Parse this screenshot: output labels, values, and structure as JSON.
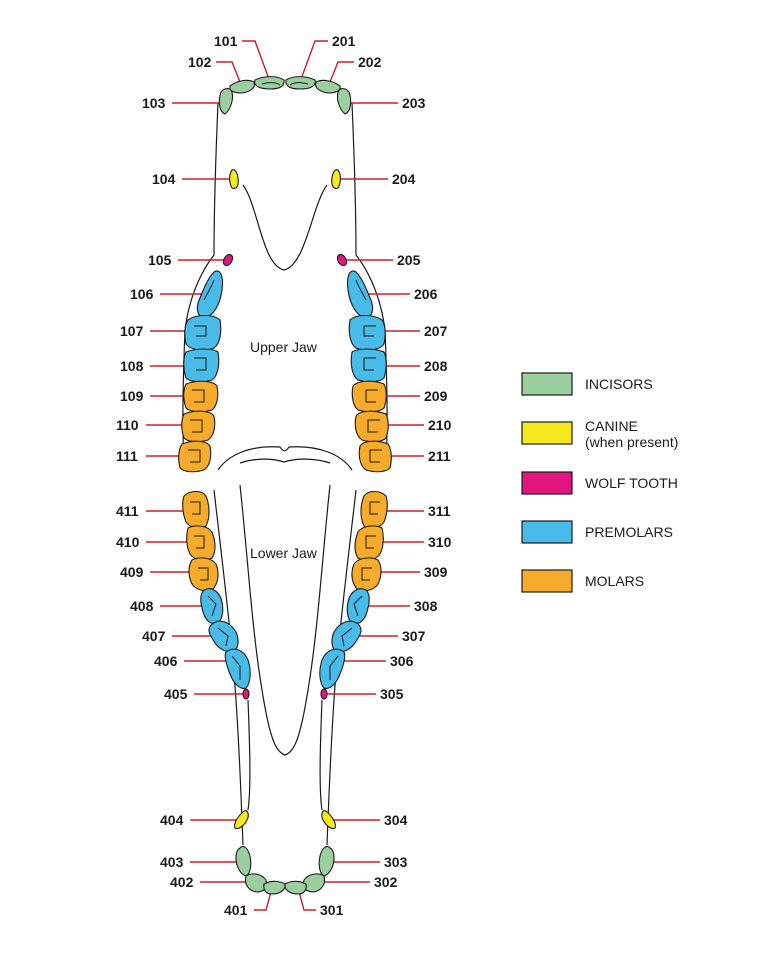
{
  "labels": {
    "upper_jaw": "Upper Jaw",
    "lower_jaw": "Lower Jaw"
  },
  "colors": {
    "incisor": "#9ccf9f",
    "canine": "#f6ea1f",
    "wolf": "#e0157e",
    "premolar": "#48bbe8",
    "molar": "#f7ab2a",
    "leader": "#c8202c"
  },
  "legend": [
    {
      "key": "incisor",
      "label": "INCISORS",
      "sublabel": ""
    },
    {
      "key": "canine",
      "label": "CANINE",
      "sublabel": "(when present)"
    },
    {
      "key": "wolf",
      "label": "WOLF TOOTH",
      "sublabel": ""
    },
    {
      "key": "premolar",
      "label": "PREMOLARS",
      "sublabel": ""
    },
    {
      "key": "molar",
      "label": "MOLARS",
      "sublabel": ""
    }
  ],
  "teeth": [
    {
      "id": "101",
      "type": "incisor"
    },
    {
      "id": "102",
      "type": "incisor"
    },
    {
      "id": "103",
      "type": "incisor"
    },
    {
      "id": "104",
      "type": "canine"
    },
    {
      "id": "105",
      "type": "wolf"
    },
    {
      "id": "106",
      "type": "premolar"
    },
    {
      "id": "107",
      "type": "premolar"
    },
    {
      "id": "108",
      "type": "premolar"
    },
    {
      "id": "109",
      "type": "molar"
    },
    {
      "id": "110",
      "type": "molar"
    },
    {
      "id": "111",
      "type": "molar"
    },
    {
      "id": "201",
      "type": "incisor"
    },
    {
      "id": "202",
      "type": "incisor"
    },
    {
      "id": "203",
      "type": "incisor"
    },
    {
      "id": "204",
      "type": "canine"
    },
    {
      "id": "205",
      "type": "wolf"
    },
    {
      "id": "206",
      "type": "premolar"
    },
    {
      "id": "207",
      "type": "premolar"
    },
    {
      "id": "208",
      "type": "premolar"
    },
    {
      "id": "209",
      "type": "molar"
    },
    {
      "id": "210",
      "type": "molar"
    },
    {
      "id": "211",
      "type": "molar"
    },
    {
      "id": "311",
      "type": "molar"
    },
    {
      "id": "310",
      "type": "molar"
    },
    {
      "id": "309",
      "type": "molar"
    },
    {
      "id": "308",
      "type": "premolar"
    },
    {
      "id": "307",
      "type": "premolar"
    },
    {
      "id": "306",
      "type": "premolar"
    },
    {
      "id": "305",
      "type": "wolf"
    },
    {
      "id": "304",
      "type": "canine"
    },
    {
      "id": "303",
      "type": "incisor"
    },
    {
      "id": "302",
      "type": "incisor"
    },
    {
      "id": "301",
      "type": "incisor"
    },
    {
      "id": "411",
      "type": "molar"
    },
    {
      "id": "410",
      "type": "molar"
    },
    {
      "id": "409",
      "type": "molar"
    },
    {
      "id": "408",
      "type": "premolar"
    },
    {
      "id": "407",
      "type": "premolar"
    },
    {
      "id": "406",
      "type": "premolar"
    },
    {
      "id": "405",
      "type": "wolf"
    },
    {
      "id": "404",
      "type": "canine"
    },
    {
      "id": "403",
      "type": "incisor"
    },
    {
      "id": "402",
      "type": "incisor"
    },
    {
      "id": "401",
      "type": "incisor"
    }
  ]
}
